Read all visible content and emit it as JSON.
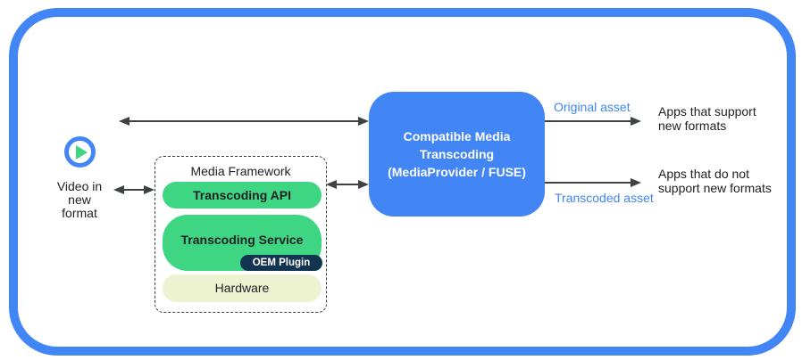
{
  "colors": {
    "frame_blue": "#4285F4",
    "box_blue": "#4285F4",
    "green": "#3FD683",
    "oem_navy": "#113550",
    "hardware_pale": "#EDF3D0",
    "arrow_gray": "#3E4245",
    "asset_label_blue": "#4285F4",
    "text_dark": "#202124"
  },
  "source": {
    "icon": "play-icon",
    "label": "Video in\nnew\nformat"
  },
  "media_framework": {
    "title": "Media Framework",
    "layers": [
      {
        "label": "Transcoding API"
      },
      {
        "label": "Transcoding Service",
        "plugin": "OEM Plugin"
      },
      {
        "label": "Hardware"
      }
    ]
  },
  "transcoder": {
    "label": "Compatible Media\nTranscoding\n(MediaProvider / FUSE)"
  },
  "outputs": {
    "original": {
      "asset_label": "Original asset",
      "target": "Apps that support\nnew formats"
    },
    "transcoded": {
      "asset_label": "Transcoded asset",
      "target": "Apps that do not\nsupport new formats"
    }
  }
}
